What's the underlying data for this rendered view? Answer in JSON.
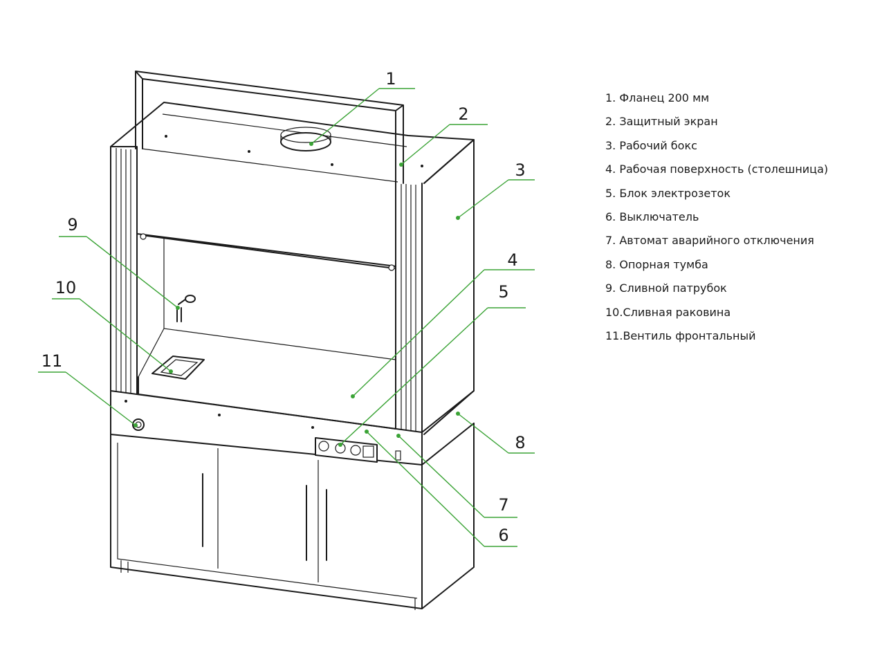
{
  "callouts": [
    {
      "number": "1",
      "text": "1. Фланец 200 мм"
    },
    {
      "number": "2",
      "text": "2. Защитный экран"
    },
    {
      "number": "3",
      "text": "3. Рабочий бокс"
    },
    {
      "number": "4",
      "text": "4. Рабочая поверхность (столешница)"
    },
    {
      "number": "5",
      "text": "5. Блок электрозеток"
    },
    {
      "number": "6",
      "text": "6. Выключатель"
    },
    {
      "number": "7",
      "text": "7. Автомат аварийного отключения"
    },
    {
      "number": "8",
      "text": "8. Опорная тумба"
    },
    {
      "number": "9",
      "text": "9. Сливной патрубок"
    },
    {
      "number": "10",
      "text": "10.Сливная раковина"
    },
    {
      "number": "11",
      "text": "11.Вентиль фронтальный"
    }
  ],
  "colors": {
    "leader": "#3aa335",
    "outline": "#1a1a1a",
    "background": "#ffffff"
  }
}
